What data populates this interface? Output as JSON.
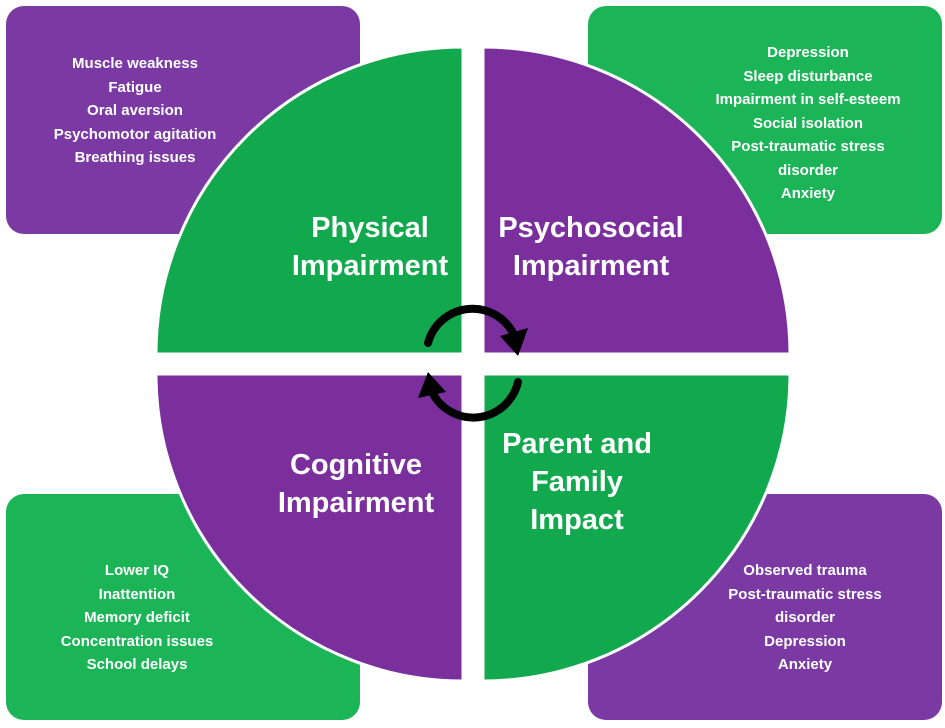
{
  "colors": {
    "purple": "#7a2f9c",
    "green": "#12a84e",
    "box_purple": "#7b3aa3",
    "box_green": "#1bb457",
    "arrow": "#000000"
  },
  "quadrants": {
    "physical": {
      "label": [
        "Physical",
        "Impairment"
      ]
    },
    "psychosocial": {
      "label": [
        "Psychosocial",
        "Impairment"
      ]
    },
    "cognitive": {
      "label": [
        "Cognitive",
        "Impairment"
      ]
    },
    "family": {
      "label": [
        "Parent and",
        "Family",
        "Impact"
      ]
    }
  },
  "boxes": {
    "physical": [
      "Muscle weakness",
      "Fatigue",
      "Oral aversion",
      "Psychomotor agitation",
      "Breathing issues"
    ],
    "psychosocial": [
      "Depression",
      "Sleep disturbance",
      "Impairment in self-esteem",
      "Social isolation",
      "Post-traumatic stress",
      "disorder",
      "Anxiety"
    ],
    "cognitive": [
      "Lower IQ",
      "Inattention",
      "Memory deficit",
      "Concentration issues",
      "School delays"
    ],
    "family": [
      "Observed trauma",
      "Post-traumatic stress",
      "disorder",
      "Depression",
      "Anxiety"
    ]
  },
  "icons": {
    "cycle": "cycle-arrows-icon"
  }
}
